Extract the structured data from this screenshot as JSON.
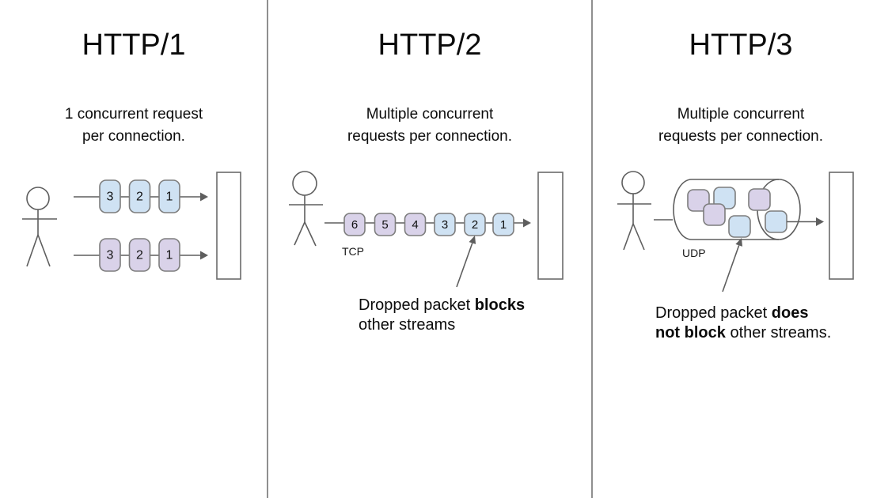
{
  "palette": {
    "background": "#ffffff",
    "divider": "#8f8f8f",
    "line": "#5e5e5e",
    "box_border": "#7d7d7d",
    "packet_blue": "#cfe2f3",
    "packet_purple": "#d9d2e9",
    "server_fill": "#ffffff",
    "text": "#0b0b0b"
  },
  "columns": [
    {
      "title": "HTTP/1",
      "subtitle": {
        "line1": "1 concurrent request",
        "line2": "per connection."
      },
      "rows": [
        {
          "packets": [
            "3",
            "2",
            "1"
          ],
          "color": "blue"
        },
        {
          "packets": [
            "3",
            "2",
            "1"
          ],
          "color": "purple"
        }
      ]
    },
    {
      "title": "HTTP/2",
      "subtitle": {
        "line1": "Multiple concurrent",
        "line2": "requests per connection."
      },
      "protocol": "TCP",
      "packets": [
        "6",
        "5",
        "4",
        "3",
        "2",
        "1"
      ],
      "packet_colors": [
        "purple",
        "purple",
        "purple",
        "blue",
        "blue",
        "blue"
      ],
      "caption": {
        "regular1": "Dropped packet ",
        "bold1": "blocks",
        "regular2": "other streams"
      }
    },
    {
      "title": "HTTP/3",
      "subtitle": {
        "line1": "Multiple concurrent",
        "line2": "requests per connection."
      },
      "protocol": "UDP",
      "packet_colors": [
        "purple",
        "blue",
        "purple",
        "purple",
        "blue",
        "blue"
      ],
      "caption": {
        "regular1": "Dropped packet ",
        "bold1": "does",
        "bold2": "not block",
        "regular2": " other streams."
      }
    }
  ]
}
